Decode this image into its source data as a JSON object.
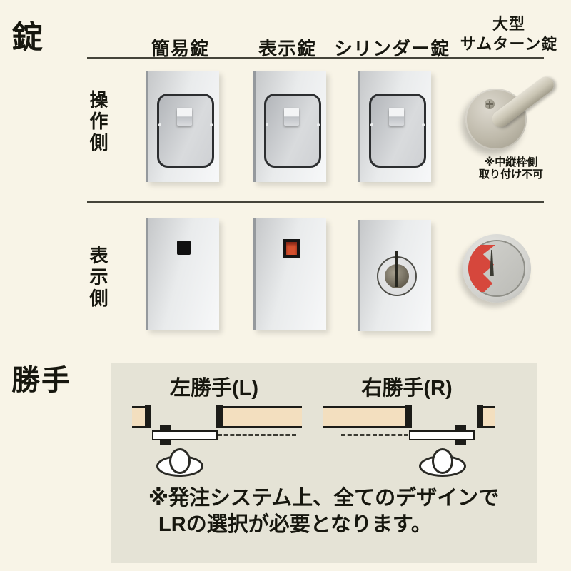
{
  "colors": {
    "background": "#f8f4e7",
    "panel_background": "#e5e3d6",
    "divider": "#45443a",
    "wall_beige": "#f3dfbf",
    "indicator_red": "#d4502e",
    "disc_red": "#d6473c",
    "plate_silver": "#e9ebec"
  },
  "lock": {
    "title": "錠",
    "columns": [
      "簡易錠",
      "表示錠",
      "シリンダー錠"
    ],
    "column4": {
      "line1": "大型",
      "line2": "サムターン錠"
    },
    "rows": [
      "操作側",
      "表示側"
    ],
    "thumbturn_note": {
      "line1": "※中縦枠側",
      "line2": "取り付け不可"
    }
  },
  "handedness": {
    "title": "勝手",
    "left_label": "左勝手(L)",
    "right_label": "右勝手(R)",
    "note": {
      "line1": "※発注システム上、全てのデザインで",
      "line2": "LRの選択が必要となります。"
    }
  }
}
